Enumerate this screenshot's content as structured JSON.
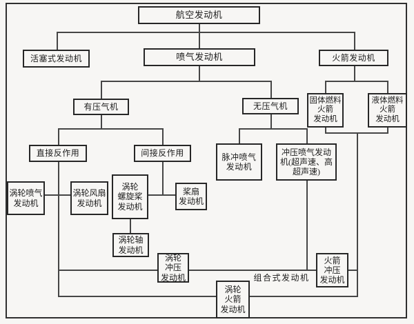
{
  "diagram": {
    "kind": "engine-classification-flowchart",
    "colors": {
      "background": "#f7f6f4",
      "box_border": "#262626",
      "line": "#454545",
      "text": "#1c1c1c"
    },
    "nodes": {
      "aviation": {
        "label": "航空发动机"
      },
      "piston": {
        "label": "活塞式发动机"
      },
      "jet": {
        "label": "喷气发动机"
      },
      "rocket": {
        "label": "火箭发动机"
      },
      "with_compressor": {
        "label": "有压气机"
      },
      "without_compressor": {
        "label": "无压气机"
      },
      "solid_fuel_rocket": {
        "label": "固体燃料\n火箭\n发动机"
      },
      "liquid_fuel_rocket": {
        "label": "液体燃料\n火箭\n发动机"
      },
      "direct_reaction": {
        "label": "直接反作用"
      },
      "indirect_reaction": {
        "label": "间接反作用"
      },
      "pulse_jet": {
        "label": "脉冲喷气\n发动机"
      },
      "ramjet": {
        "label": "冲压喷气发动\n机(超声速、高\n超声速)"
      },
      "turbojet": {
        "label": "涡轮喷气\n发动机"
      },
      "turbofan": {
        "label": "涡轮风扇\n发动机"
      },
      "turboprop": {
        "label": "涡轮\n螺旋桨\n发动机"
      },
      "propfan": {
        "label": "桨扇\n发动机"
      },
      "turboshaft": {
        "label": "涡轮轴\n发动机"
      },
      "turbo_ramjet": {
        "label": "涡轮\n冲压\n发动机"
      },
      "rocket_ramjet": {
        "label": "火箭\n冲压\n发动机"
      },
      "turbo_rocket": {
        "label": "涡轮\n火箭\n发动机"
      },
      "combined": {
        "label": "组合式发动机"
      }
    }
  }
}
